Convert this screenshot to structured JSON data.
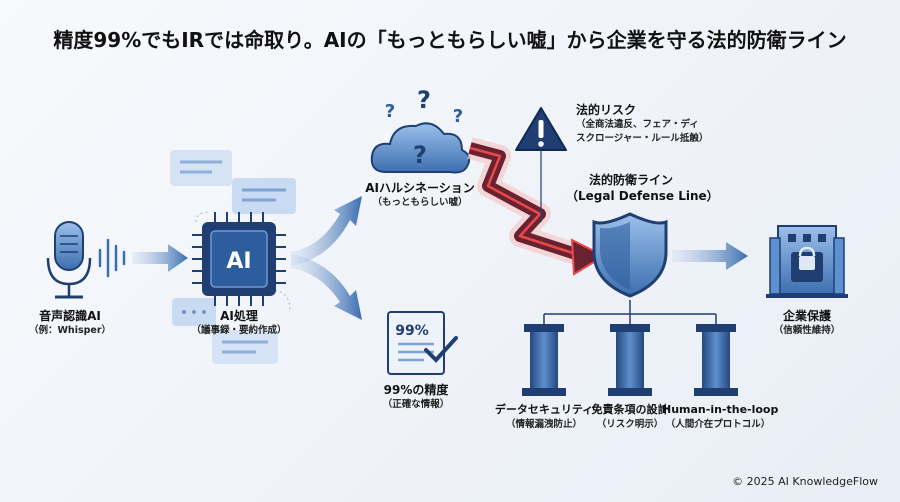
{
  "title": "精度99%でもIRでは命取り。AIの「もっともらしい嘘」から企業を守る法的防衛ライン",
  "nodes": {
    "voice_ai": {
      "label": "音声認識AI",
      "sub": "（例：Whisper）"
    },
    "ai_processing": {
      "label": "AI処理",
      "sub": "（議事録・要約作成）",
      "chip_text": "AI"
    },
    "hallucination": {
      "label": "AIハルシネーション",
      "sub": "（もっともらしい嘘）"
    },
    "accuracy": {
      "label": "99%の精度",
      "sub": "（正確な情報）",
      "doc_text": "99%"
    },
    "legal_risk": {
      "label": "法的リスク",
      "sub_line1": "（全商法違反、フェア・ディ",
      "sub_line2": "スクロージャー・ルール抵触）"
    },
    "legal_defense": {
      "label": "法的防衛ライン",
      "sub": "（Legal Defense Line）"
    },
    "corporate_protection": {
      "label": "企業保護",
      "sub": "（信頼性維持）"
    }
  },
  "pillars": [
    {
      "label": "データセキュリティ",
      "sub": "（情報漏洩防止）"
    },
    {
      "label": "免責条項の設計",
      "sub": "（リスク明示）"
    },
    {
      "label": "Human-in-the-loop",
      "sub": "（人間介在プロトコル）"
    }
  ],
  "footer": "© 2025 AI KnowledgeFlow",
  "colors": {
    "primary_blue": "#2d5d9c",
    "light_blue": "#7fa6d6",
    "danger_red": "#e04545",
    "dark_navy": "#1f3f73"
  }
}
